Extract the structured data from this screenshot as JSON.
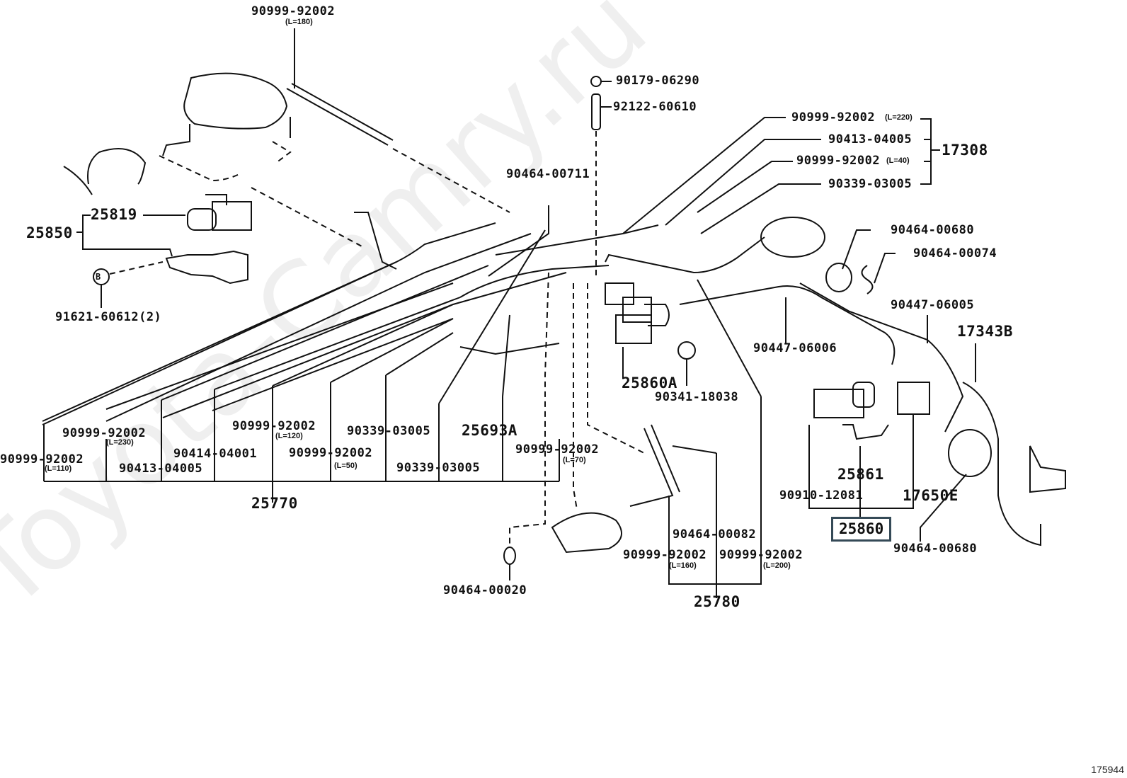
{
  "watermark": "Toyota-Camry.ru",
  "reference_number": "175944",
  "highlighted_part": "25860",
  "labels": {
    "p_90999_92002_L180": {
      "part": "90999-92002",
      "length": "(L=180)"
    },
    "p_90179_06290": {
      "part": "90179-06290"
    },
    "p_92122_60610": {
      "part": "92122-60610"
    },
    "p_90999_92002_L220": {
      "part": "90999-92002",
      "length": "(L=220)"
    },
    "p_90413_04005_top": {
      "part": "90413-04005"
    },
    "p_90999_92002_L40": {
      "part": "90999-92002",
      "length": "(L=40)"
    },
    "p_90339_03005_top": {
      "part": "90339-03005"
    },
    "asm_17308": {
      "part": "17308"
    },
    "p_90464_00711": {
      "part": "90464-00711"
    },
    "p_25819": {
      "part": "25819"
    },
    "asm_25850": {
      "part": "25850"
    },
    "p_91621_60612": {
      "part": "91621-60612(2)"
    },
    "bolt_marker": {
      "part": "B"
    },
    "p_90464_00680_top": {
      "part": "90464-00680"
    },
    "p_90464_00074": {
      "part": "90464-00074"
    },
    "p_90447_06005": {
      "part": "90447-06005"
    },
    "p_90447_06006": {
      "part": "90447-06006"
    },
    "p_17343B": {
      "part": "17343B"
    },
    "p_25860A": {
      "part": "25860A"
    },
    "p_90341_18038": {
      "part": "90341-18038"
    },
    "p_90999_92002_L110": {
      "part": "90999-92002",
      "length": "(L=110)"
    },
    "p_90999_92002_L230": {
      "part": "90999-92002",
      "length": "(L=230)"
    },
    "p_90413_04005_bot": {
      "part": "90413-04005"
    },
    "p_90414_04001": {
      "part": "90414-04001"
    },
    "p_90999_92002_L120": {
      "part": "90999-92002",
      "length": "(L=120)"
    },
    "p_90999_92002_L50": {
      "part": "90999-92002",
      "length": "(L=50)"
    },
    "p_90339_03005_a": {
      "part": "90339-03005"
    },
    "p_90339_03005_b": {
      "part": "90339-03005"
    },
    "p_25693A": {
      "part": "25693A"
    },
    "p_90999_92002_L70": {
      "part": "90999-92002",
      "length": "(L=70)"
    },
    "asm_25770": {
      "part": "25770"
    },
    "p_90464_00020": {
      "part": "90464-00020"
    },
    "p_90464_00082": {
      "part": "90464-00082"
    },
    "p_90999_92002_L160": {
      "part": "90999-92002",
      "length": "(L=160)"
    },
    "p_90999_92002_L200": {
      "part": "90999-92002",
      "length": "(L=200)"
    },
    "asm_25780": {
      "part": "25780"
    },
    "p_25861": {
      "part": "25861"
    },
    "p_90910_12081": {
      "part": "90910-12081"
    },
    "p_17650E": {
      "part": "17650E"
    },
    "asm_25860": {
      "part": "25860"
    },
    "p_90464_00680_bot": {
      "part": "90464-00680"
    }
  }
}
